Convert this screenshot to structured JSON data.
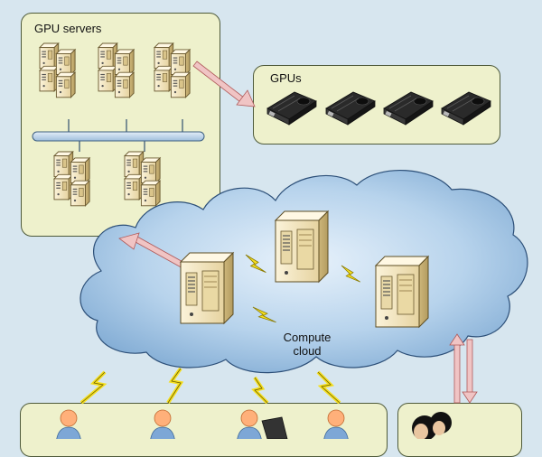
{
  "gpu_servers_label": "GPU servers",
  "gpus_label": "GPUs",
  "cloud_label_line1": "Compute",
  "cloud_label_line2": "cloud",
  "colors": {
    "background": "#d7e6ef",
    "panel_fill": "#eef1cc",
    "panel_border": "#4e5a3a",
    "cloud_fill": "#a9c9e6",
    "server_fill": "#f3e6bf",
    "bus_fill": "#c3d9ee",
    "arrow_fill": "#f0c4c4",
    "arrow_stroke": "#b05a5a",
    "lightning": "#f5df1f",
    "person_head": "#ffb07a",
    "person_body": "#7da7d6"
  }
}
